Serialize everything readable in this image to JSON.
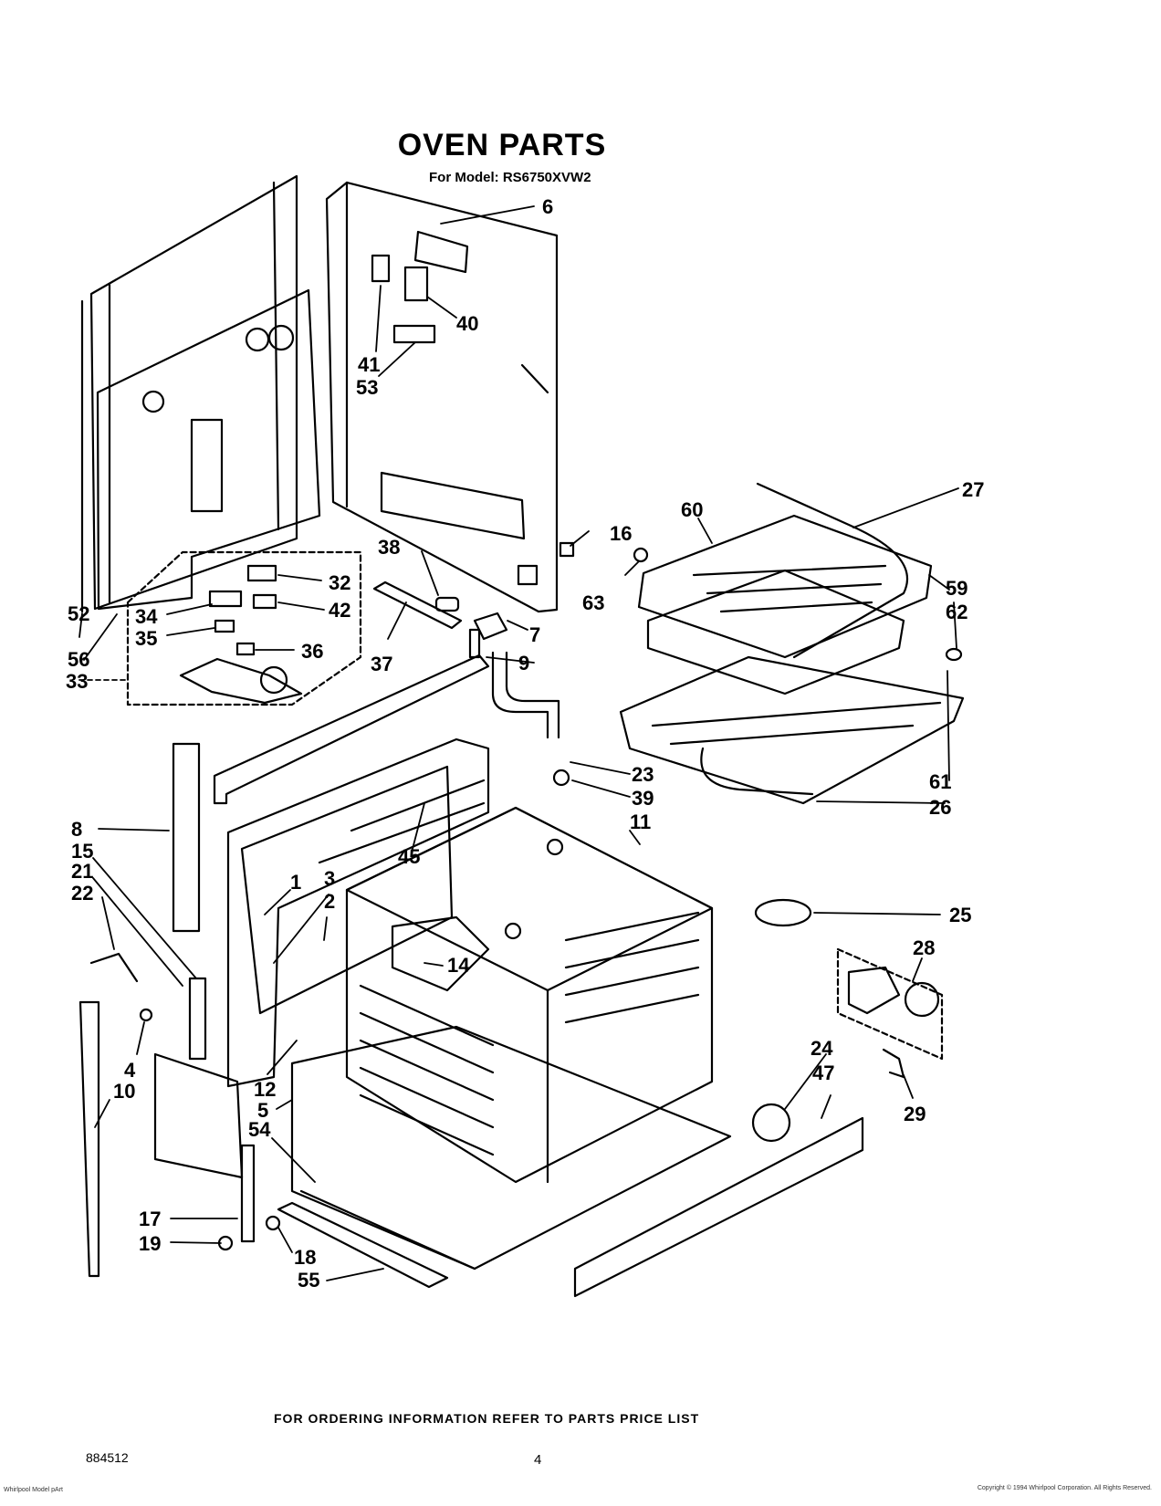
{
  "header": {
    "title": "OVEN PARTS",
    "subtitle": "For Model: RS6750XVW2"
  },
  "footer": {
    "note": "FOR ORDERING INFORMATION REFER TO PARTS PRICE LIST",
    "doc_number": "884512",
    "page_number": "4",
    "fine_print_left": "Whirlpool Model pArt",
    "fine_print_right": "Copyright © 1994 Whirlpool Corporation. All Rights Reserved."
  },
  "parts": [
    {
      "label": "1"
    },
    {
      "label": "2"
    },
    {
      "label": "3"
    },
    {
      "label": "4"
    },
    {
      "label": "5"
    },
    {
      "label": "6"
    },
    {
      "label": "7"
    },
    {
      "label": "8"
    },
    {
      "label": "9"
    },
    {
      "label": "10"
    },
    {
      "label": "11"
    },
    {
      "label": "12"
    },
    {
      "label": "14"
    },
    {
      "label": "15"
    },
    {
      "label": "16"
    },
    {
      "label": "17"
    },
    {
      "label": "18"
    },
    {
      "label": "19"
    },
    {
      "label": "21"
    },
    {
      "label": "22"
    },
    {
      "label": "23"
    },
    {
      "label": "24"
    },
    {
      "label": "25"
    },
    {
      "label": "26"
    },
    {
      "label": "27"
    },
    {
      "label": "28"
    },
    {
      "label": "29"
    },
    {
      "label": "32"
    },
    {
      "label": "33"
    },
    {
      "label": "34"
    },
    {
      "label": "35"
    },
    {
      "label": "36"
    },
    {
      "label": "37"
    },
    {
      "label": "38"
    },
    {
      "label": "39"
    },
    {
      "label": "40"
    },
    {
      "label": "41"
    },
    {
      "label": "42"
    },
    {
      "label": "45"
    },
    {
      "label": "47"
    },
    {
      "label": "52"
    },
    {
      "label": "53"
    },
    {
      "label": "54"
    },
    {
      "label": "55"
    },
    {
      "label": "56"
    },
    {
      "label": "59"
    },
    {
      "label": "60"
    },
    {
      "label": "61"
    },
    {
      "label": "62"
    },
    {
      "label": "63"
    }
  ]
}
